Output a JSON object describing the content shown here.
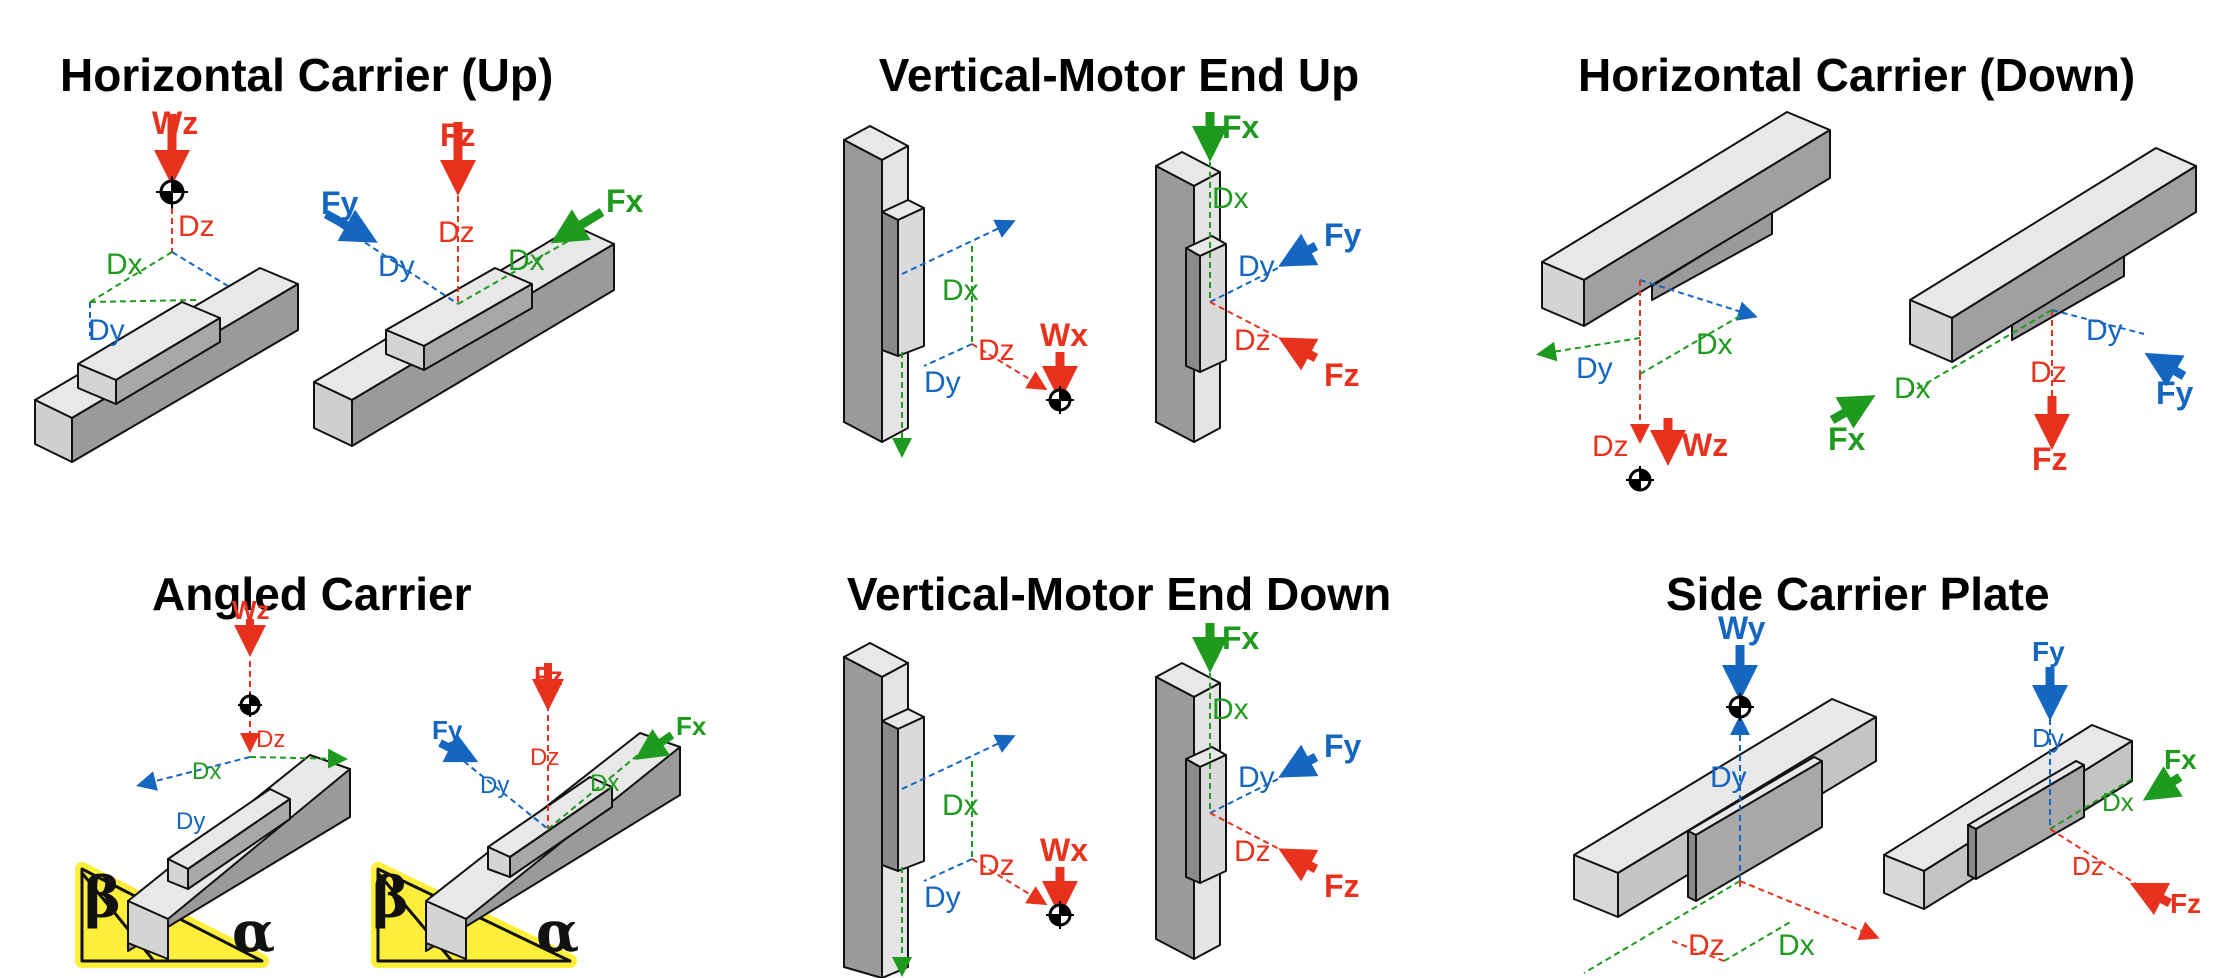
{
  "colors": {
    "x": "#1e9a1e",
    "y": "#1466c0",
    "z": "#e8321e",
    "body_light": "#e8e8e8",
    "body_mid": "#c4c4c4",
    "body_dark": "#9a9a9a",
    "highlight": "#ffef3a"
  },
  "icons": [
    "center-of-mass-icon",
    "force-arrow-icon"
  ],
  "panels": [
    {
      "title": "Horizontal Carrier (Up)",
      "labels": {
        "wz": "Wz",
        "dz1": "Dz",
        "dx1": "Dx",
        "dy1": "Dy",
        "fy": "Fy",
        "dy2": "Dy",
        "fz": "Fz",
        "dz2": "Dz",
        "dx2": "Dx",
        "fx": "Fx"
      }
    },
    {
      "title": "Vertical-Motor End Up",
      "labels": {
        "dx1": "Dx",
        "dz1": "Dz",
        "dy1": "Dy",
        "wx": "Wx",
        "fx": "Fx",
        "dx2": "Dx",
        "dy2": "Dy",
        "fy": "Fy",
        "dz2": "Dz",
        "fz": "Fz"
      }
    },
    {
      "title": "Horizontal Carrier (Down)",
      "labels": {
        "dy1": "Dy",
        "dx1": "Dx",
        "dz1": "Dz",
        "wz": "Wz",
        "dy2": "Dy",
        "dx2": "Dx",
        "dz2": "Dz",
        "fx": "Fx",
        "fz": "Fz",
        "fy": "Fy"
      }
    },
    {
      "title": "Angled Carrier",
      "labels": {
        "wz": "Wz",
        "dz1": "Dz",
        "dx1": "Dx",
        "dy1": "Dy",
        "fy": "Fy",
        "dy2": "Dy",
        "fz": "Fz",
        "dz2": "Dz",
        "dx2": "Dx",
        "fx": "Fx",
        "beta": "β",
        "alpha": "α"
      }
    },
    {
      "title": "Vertical-Motor End Down",
      "labels": {
        "dx1": "Dx",
        "dz1": "Dz",
        "dy1": "Dy",
        "wx": "Wx",
        "fx": "Fx",
        "dx2": "Dx",
        "dy2": "Dy",
        "fy": "Fy",
        "dz2": "Dz",
        "fz": "Fz"
      }
    },
    {
      "title": "Side Carrier Plate",
      "labels": {
        "wy": "Wy",
        "dy1": "Dy",
        "dz1": "Dz",
        "dx1": "Dx",
        "fy": "Fy",
        "dy2": "Dy",
        "fx": "Fx",
        "dx2": "Dx",
        "dz2": "Dz",
        "fz": "Fz"
      }
    }
  ]
}
